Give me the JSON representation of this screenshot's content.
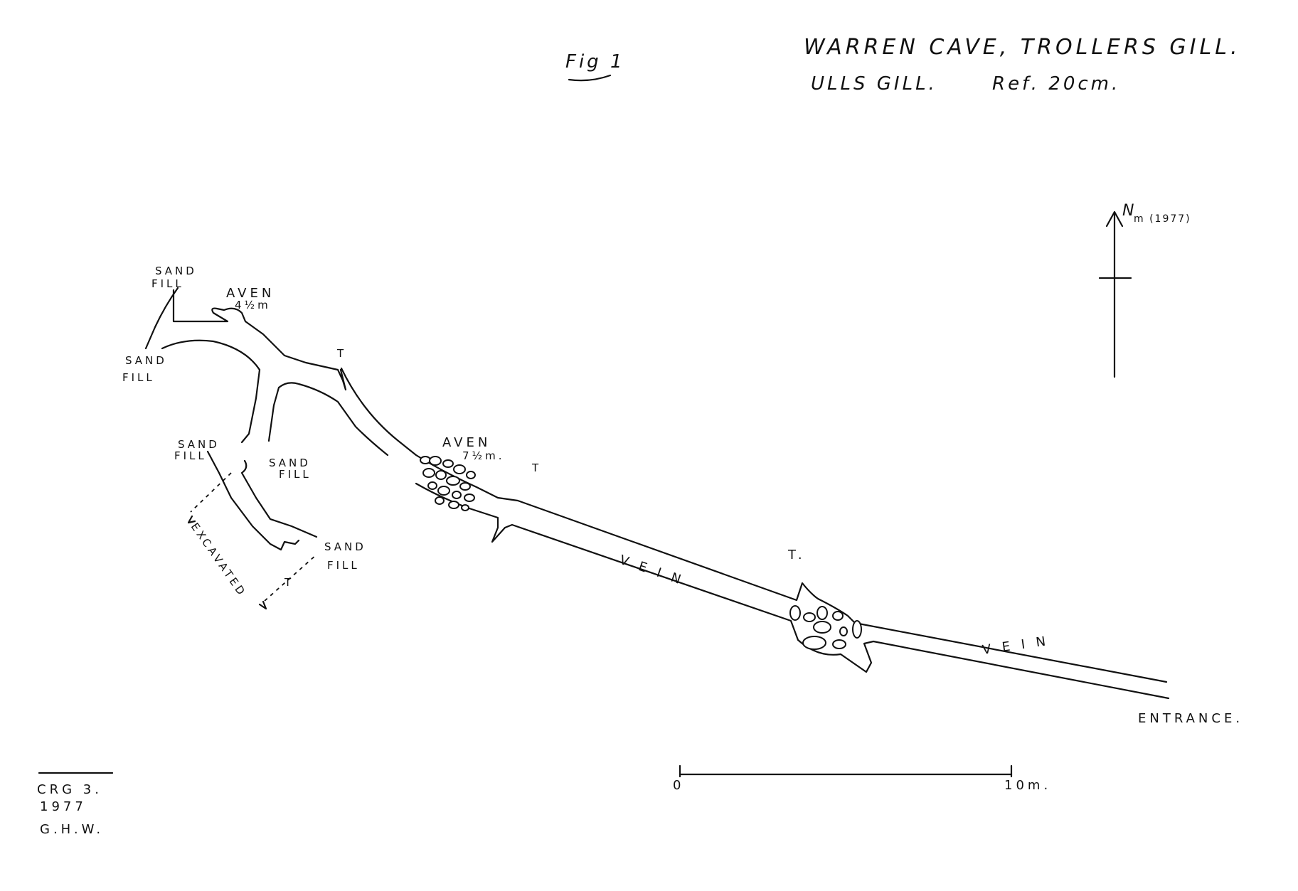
{
  "header": {
    "fig_label": "Fig 1",
    "title": "WARREN CAVE, TROLLERS GILL.",
    "subtitle_left": "ULLS GILL.",
    "subtitle_right": "Ref. 20cm."
  },
  "north": {
    "label": "N",
    "sub": "m (1977)"
  },
  "labels": {
    "sand_fill_1_top": "SAND",
    "sand_fill_1_bot": "FILL",
    "sand_fill_2_top": "SAND",
    "sand_fill_2_bot": "FILL",
    "sand_fill_3_top": "SAND",
    "sand_fill_3_bot": "FILL",
    "sand_fill_4_top": "SAND",
    "sand_fill_4_bot": "FILL",
    "sand_fill_5_top": "SAND",
    "sand_fill_5_bot": "FILL",
    "aven_1": "AVEN",
    "aven_1_height": "4½m",
    "aven_2": "AVEN",
    "aven_2_height": "7½m.",
    "t1": "T",
    "t2": "T",
    "t3": "T.",
    "t4": "T",
    "vein_1": "V E I N",
    "vein_2": "V E I N",
    "excavated": "EXCAVATED",
    "entrance": "ENTRANCE."
  },
  "scale_bar": {
    "start": "0",
    "end": "10m."
  },
  "credits": {
    "line1": "CRG 3.",
    "line2": "1977",
    "line3": "G.H.W."
  }
}
